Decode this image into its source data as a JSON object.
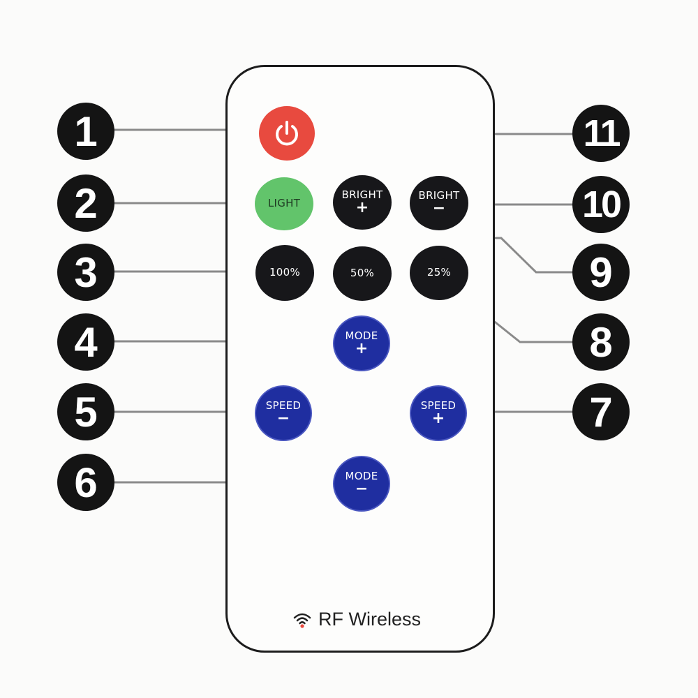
{
  "callouts": [
    "1",
    "2",
    "3",
    "4",
    "5",
    "6",
    "7",
    "8",
    "9",
    "10",
    "11"
  ],
  "buttons": {
    "light": "LIGHT",
    "bright_plus": {
      "label": "BRIGHT",
      "sign": "+"
    },
    "bright_minus": {
      "label": "BRIGHT",
      "sign": "−"
    },
    "level_100": "100%",
    "level_50": "50%",
    "level_25": "25%",
    "mode_plus": {
      "label": "MODE",
      "sign": "+"
    },
    "mode_minus": {
      "label": "MODE",
      "sign": "−"
    },
    "speed_minus": {
      "label": "SPEED",
      "sign": "−"
    },
    "speed_plus": {
      "label": "SPEED",
      "sign": "+"
    }
  },
  "footer": {
    "label": "RF Wireless",
    "icon": "wifi-icon"
  },
  "colors": {
    "power": "#e84a3f",
    "light": "#62c46b",
    "dark_button": "#17171a",
    "blue_button": "#1f2ea0",
    "panel": "#c9c9c9"
  }
}
